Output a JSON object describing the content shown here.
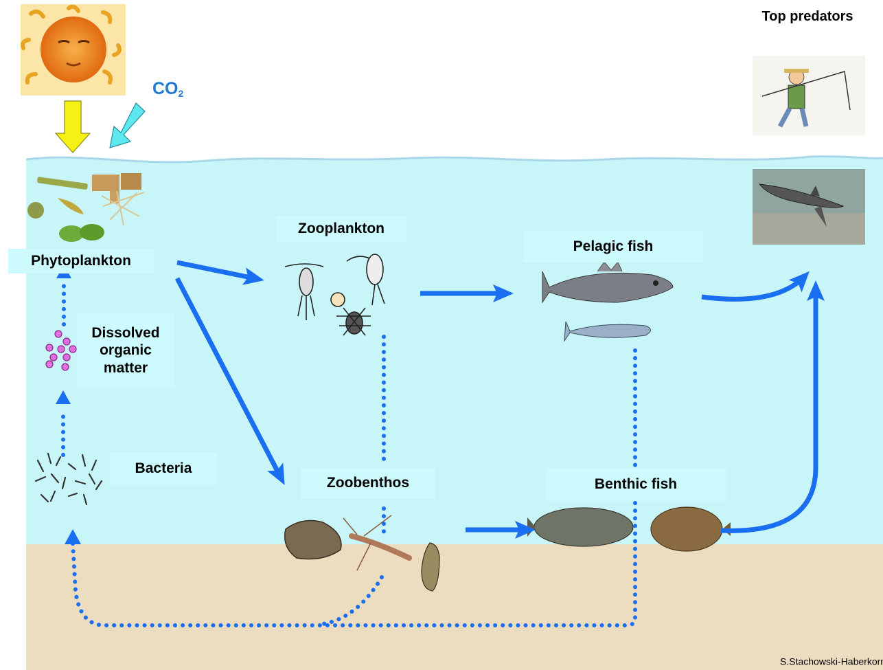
{
  "labels": {
    "phytoplankton": "Phytoplankton",
    "zooplankton": "Zooplankton",
    "pelagic_fish": "Pelagic fish",
    "dissolved_organic_matter": "Dissolved organic matter",
    "bacteria": "Bacteria",
    "zoobenthos": "Zoobenthos",
    "benthic_fish": "Benthic fish",
    "top_predators": "Top predators",
    "co2_main": "CO",
    "co2_sub": "2"
  },
  "credit": {
    "text": "S.Stachowski-Haberkorn",
    "mark": "©"
  },
  "colors": {
    "water": "#c8f5f7",
    "sediment": "#ecdcc0",
    "arrow_blue": "#1a6ef0",
    "label_box": "#ccfafd",
    "sun_arrow": "#f7f014",
    "co2_arrow": "#5de8f0",
    "co2_text": "#1f7ad6",
    "dom_particles": "#e070e0"
  },
  "icons": [
    "sun-icon",
    "phytoplankton-icon",
    "zooplankton-icon",
    "pelagic-fish-icon",
    "benthic-fish-icon",
    "bacteria-icon",
    "zoobenthos-icon",
    "fisherman-icon",
    "shark-icon"
  ]
}
